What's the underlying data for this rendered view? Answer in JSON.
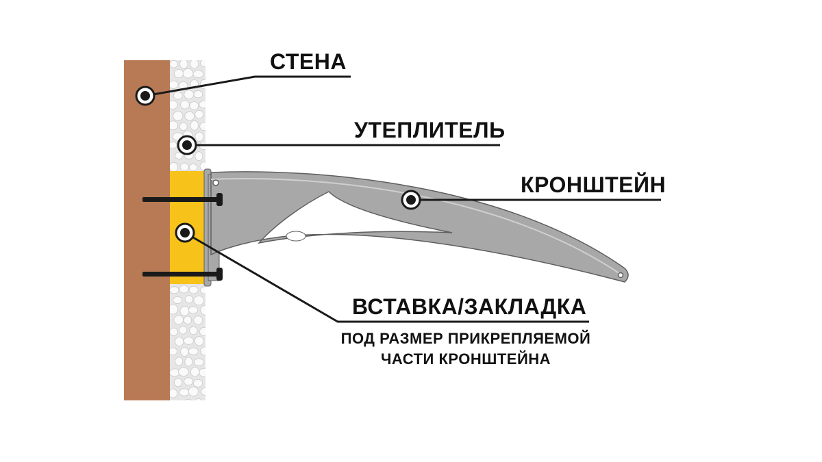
{
  "labels": {
    "wall": "СТЕНА",
    "insulation": "УТЕПЛИТЕЛЬ",
    "bracket": "КРОНШТЕЙН",
    "insert": "ВСТАВКА/ЗАКЛАДКА",
    "insert_note_line1": "ПОД РАЗМЕР ПРИКРЕПЛЯЕМОЙ",
    "insert_note_line2": "ЧАСТИ КРОНШТЕЙНА"
  },
  "colors": {
    "wall": "#b87a54",
    "insulation_bg": "#e6e6e6",
    "insulation_stone": "#fafafa",
    "insert": "#f7c21a",
    "bracket": "#a8a8a8",
    "bracket_edge": "#5f5f5f",
    "bolt": "#1a1a1a",
    "leader": "#1a1a1a"
  }
}
